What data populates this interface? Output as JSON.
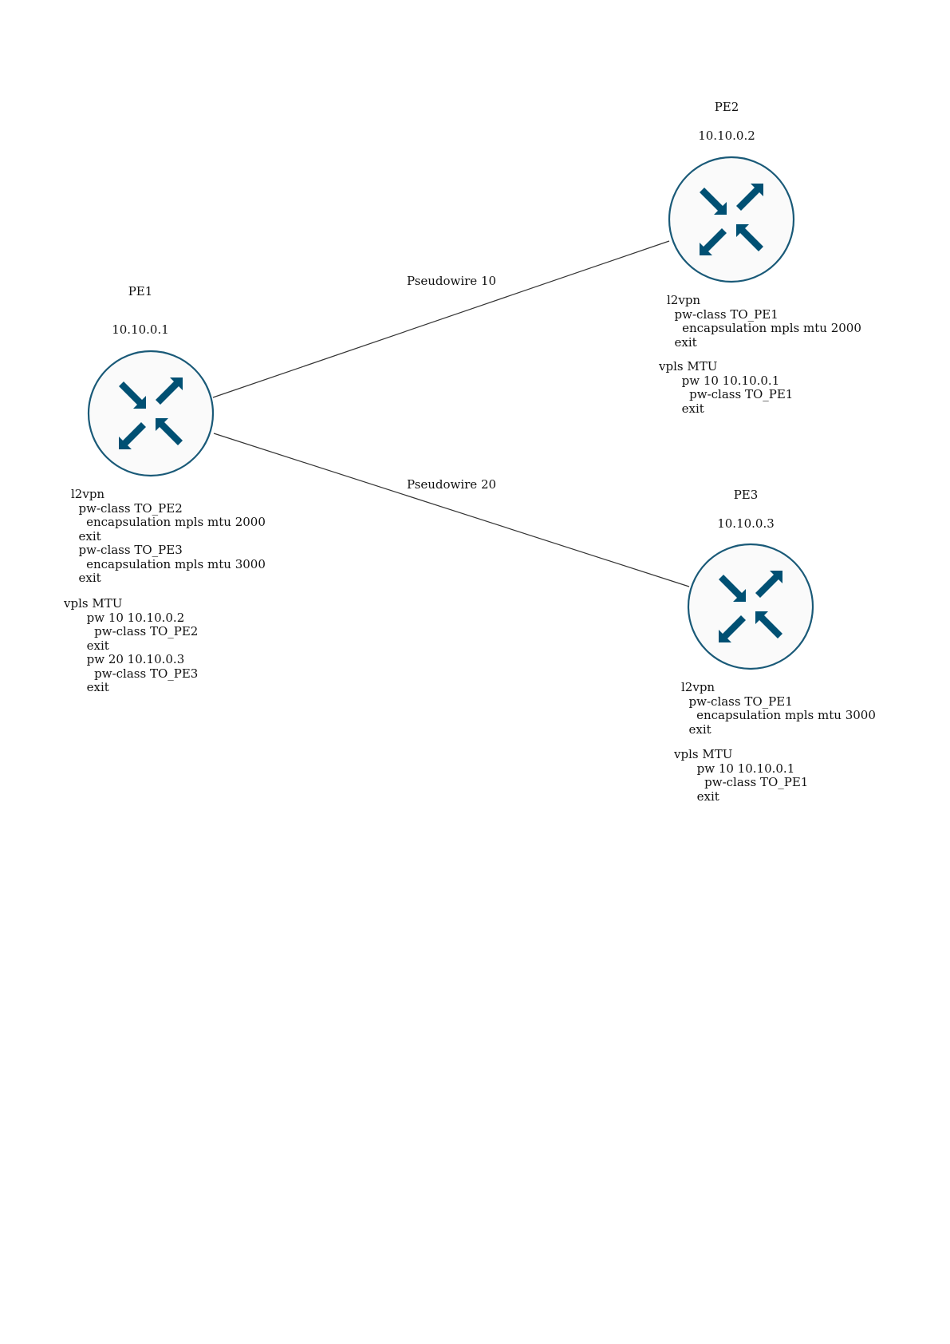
{
  "colors": {
    "router_fill": "#fafafa",
    "router_stroke": "#1a5a78",
    "arrow": "#005073",
    "link": "#333333"
  },
  "nodes": [
    {
      "id": "pe1",
      "name": "PE1",
      "ip": "10.10.0.1",
      "icon": "router-icon",
      "l2vpn": [
        "l2vpn",
        "  pw-class TO_PE2",
        "    encapsulation mpls mtu 2000",
        "  exit",
        "  pw-class TO_PE3",
        "    encapsulation mpls mtu 3000",
        "  exit"
      ],
      "vpls": [
        "vpls MTU",
        "      pw 10 10.10.0.2",
        "        pw-class TO_PE2",
        "      exit",
        "      pw 20 10.10.0.3",
        "        pw-class TO_PE3",
        "      exit"
      ]
    },
    {
      "id": "pe2",
      "name": "PE2",
      "ip": "10.10.0.2",
      "icon": "router-icon",
      "l2vpn": [
        "l2vpn",
        "  pw-class TO_PE1",
        "    encapsulation mpls mtu 2000",
        "  exit"
      ],
      "vpls": [
        "vpls MTU",
        "      pw 10 10.10.0.1",
        "        pw-class TO_PE1",
        "      exit"
      ]
    },
    {
      "id": "pe3",
      "name": "PE3",
      "ip": "10.10.0.3",
      "icon": "router-icon",
      "l2vpn": [
        "l2vpn",
        "  pw-class TO_PE1",
        "    encapsulation mpls mtu 3000",
        "  exit"
      ],
      "vpls": [
        "vpls MTU",
        "      pw 10 10.10.0.1",
        "        pw-class TO_PE1",
        "      exit"
      ]
    }
  ],
  "links": [
    {
      "from": "pe1",
      "to": "pe2",
      "label": "Pseudowire 10"
    },
    {
      "from": "pe1",
      "to": "pe3",
      "label": "Pseudowire 20"
    }
  ]
}
